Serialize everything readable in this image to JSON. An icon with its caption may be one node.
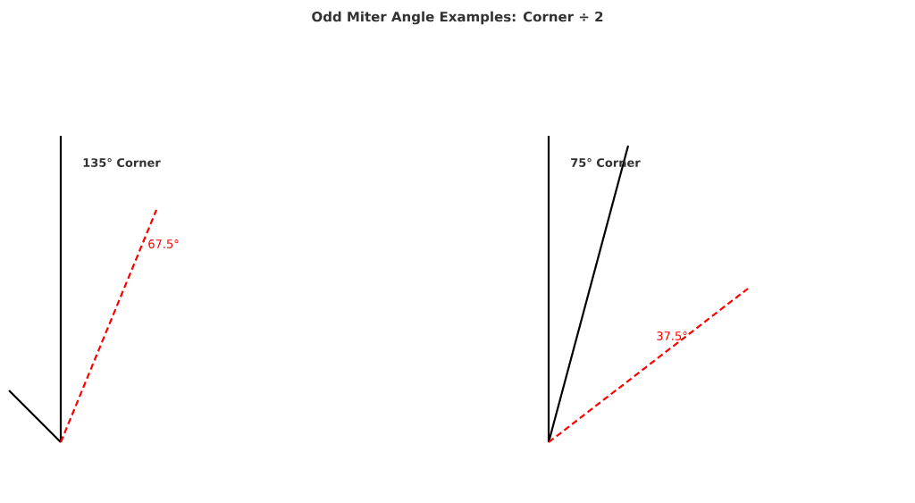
{
  "diagram": {
    "title": "Odd Miter Angle Examples: Corner ÷ 2",
    "labels": [
      "135° Corner",
      "67.5°",
      "75° Corner",
      "37.5°"
    ]
  }
}
